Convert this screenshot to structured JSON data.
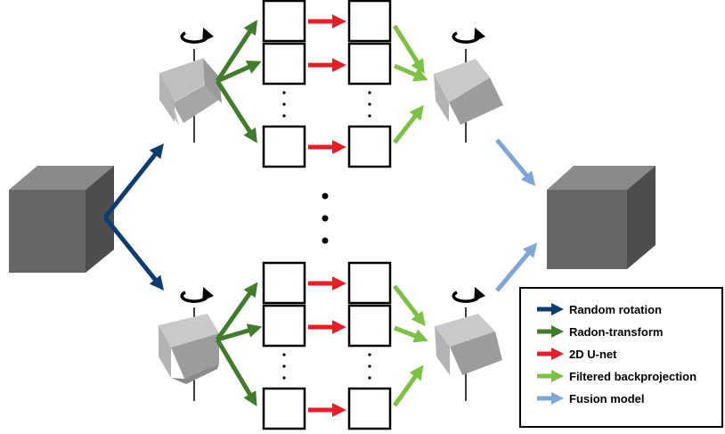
{
  "legend": {
    "items": [
      {
        "label": "Random rotation",
        "color": "#0d3c73",
        "icon": "random-rotation-arrow-icon"
      },
      {
        "label": "Radon-transform",
        "color": "#3f7d2a",
        "icon": "radon-transform-arrow-icon"
      },
      {
        "label": "2D U-net",
        "color": "#ed1c24",
        "icon": "unet-arrow-icon"
      },
      {
        "label": "Filtered backprojection",
        "color": "#7cc242",
        "icon": "filtered-backprojection-arrow-icon"
      },
      {
        "label": "Fusion model",
        "color": "#7ea6d9",
        "icon": "fusion-model-arrow-icon"
      }
    ]
  },
  "colors": {
    "cube_dark": "#666666",
    "cube_light": "#b3b3b3",
    "box_border": "#000000",
    "background": "#ffffff"
  },
  "icons": [
    "rotation-icon",
    "cube-icon",
    "ellipsis-dots-icon"
  ]
}
